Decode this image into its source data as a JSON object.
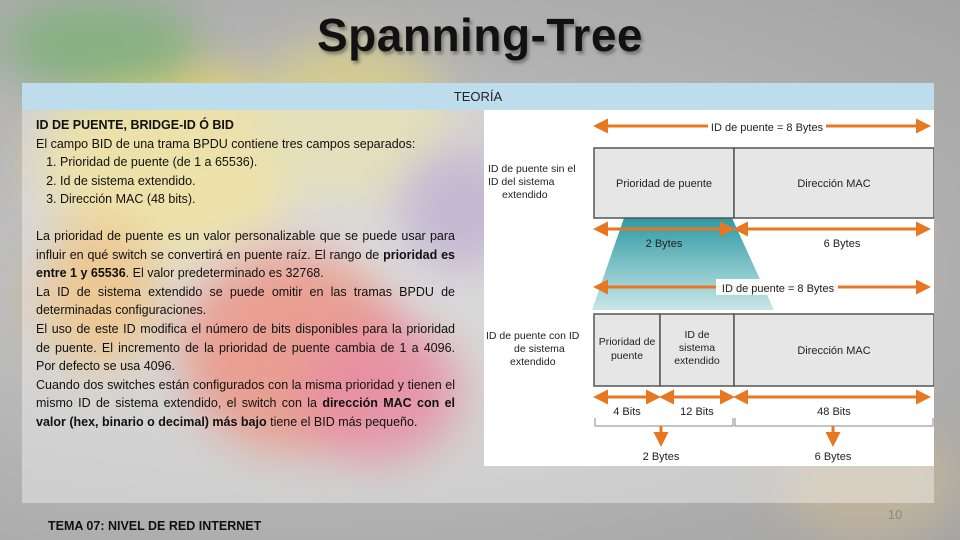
{
  "slide": {
    "title": "Spanning-Tree",
    "band": "TEORÍA",
    "footer": "TEMA 07: NIVEL DE RED INTERNET",
    "page_number": "10"
  },
  "content": {
    "heading": "ID DE PUENTE, BRIDGE-ID Ó BID",
    "intro": "El campo BID de una trama BPDU contiene tres campos separados:",
    "list": [
      "Prioridad de puente (de 1 a 65536).",
      "Id de sistema extendido.",
      "Dirección MAC (48 bits)."
    ],
    "p1_a": "La prioridad de puente es un valor personalizable que se puede usar para influir en qué switch se convertirá en puente raíz. El rango de ",
    "p1_b": "prioridad es entre 1 y 65536",
    "p1_c": ". El valor predeterminado es 32768.",
    "p2": "La ID de sistema extendido se puede omitir en las tramas BPDU de determinadas configuraciones.",
    "p3": "El uso de este ID modifica el número de bits disponibles para la prioridad de puente. El incremento de la prioridad de puente cambia de 1 a 4096. Por defecto se usa 4096.",
    "p4_a": "Cuando dos switches están configurados con la misma prioridad y tienen el mismo ID de sistema extendido, el switch con la ",
    "p4_b": "dirección MAC con el valor (hex, binario o decimal) más bajo",
    "p4_c": " tiene el BID más pequeño."
  },
  "diagram": {
    "top_arrow_label": "ID de puente = 8 Bytes",
    "row1_label": [
      "ID de puente sin el",
      "ID del sistema",
      "extendido"
    ],
    "row1_cell1": "Prioridad de puente",
    "row1_cell2": "Dirección MAC",
    "row1_dim1": "2 Bytes",
    "row1_dim2": "6 Bytes",
    "mid_arrow_label": "ID de puente = 8 Bytes",
    "row2_label": [
      "ID de puente con ID",
      "de sistema",
      "extendido"
    ],
    "row2_cell1": [
      "Prioridad de",
      "puente"
    ],
    "row2_cell2": [
      "ID de",
      "sistema",
      "extendido"
    ],
    "row2_cell3": "Dirección MAC",
    "dim_bits": [
      "4 Bits",
      "12 Bits",
      "48 Bits"
    ],
    "bottom_bytes": [
      "2 Bytes",
      "6 Bytes"
    ],
    "colors": {
      "arrow": "#e87722",
      "cell_fill": "#e6e6e6",
      "funnel": "#2e9aa3"
    }
  }
}
